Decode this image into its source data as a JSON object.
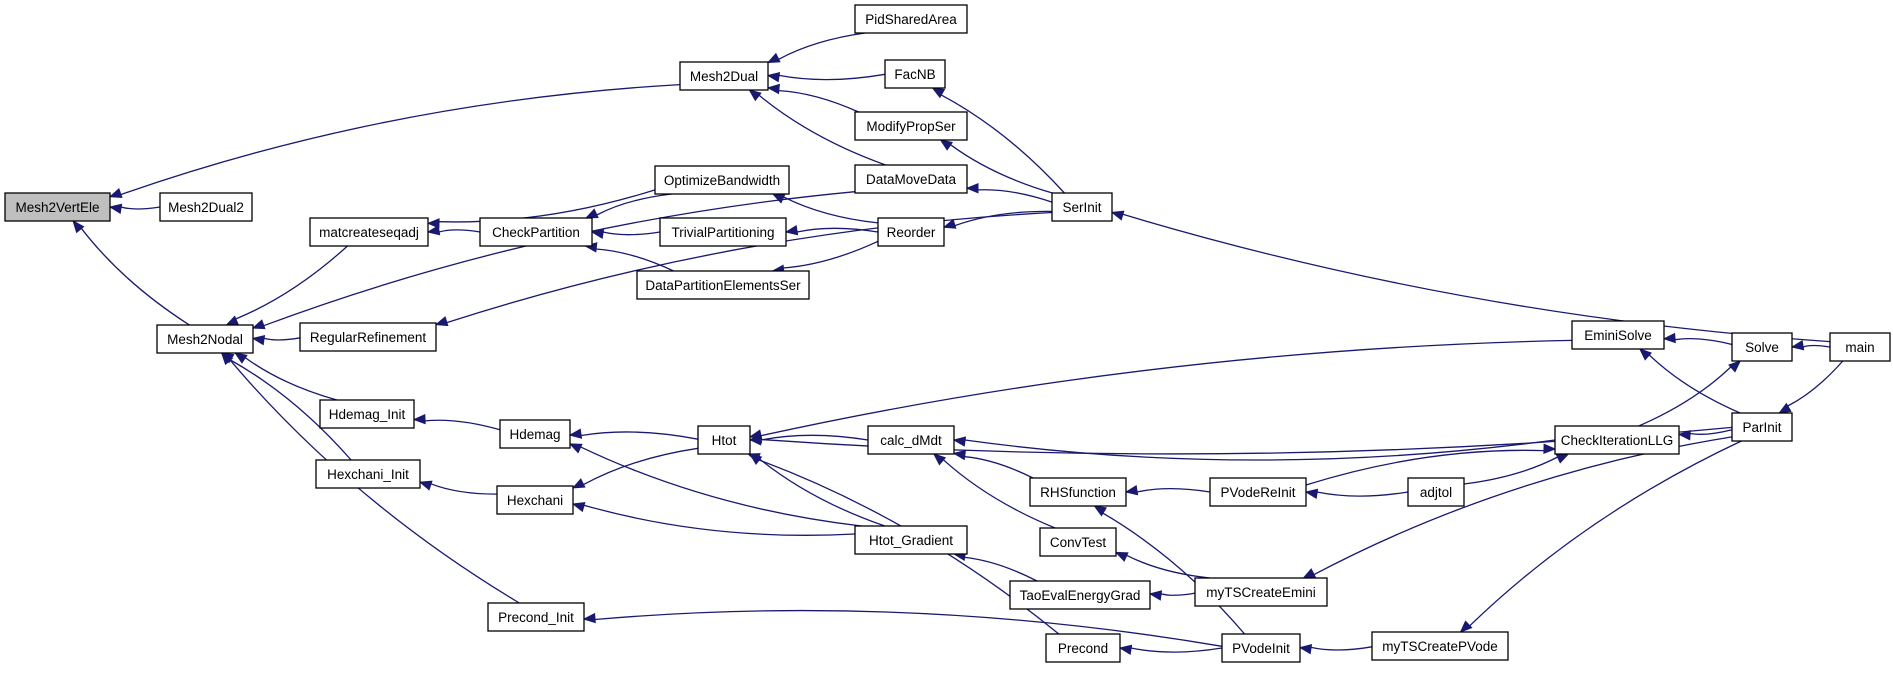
{
  "graph": {
    "focus": "Mesh2VertEle",
    "colors": {
      "edge": "#191970",
      "node_border": "#000000",
      "focus_fill": "#bfbfbf",
      "node_fill": "#ffffff"
    },
    "nodes": [
      {
        "id": "Mesh2VertEle",
        "label": "Mesh2VertEle"
      },
      {
        "id": "Mesh2Dual2",
        "label": "Mesh2Dual2"
      },
      {
        "id": "Mesh2Dual",
        "label": "Mesh2Dual"
      },
      {
        "id": "Mesh2Nodal",
        "label": "Mesh2Nodal"
      },
      {
        "id": "PidSharedArea",
        "label": "PidSharedArea"
      },
      {
        "id": "FacNB",
        "label": "FacNB"
      },
      {
        "id": "ModifyPropSer",
        "label": "ModifyPropSer"
      },
      {
        "id": "DataMoveData",
        "label": "DataMoveData"
      },
      {
        "id": "SerInit",
        "label": "SerInit"
      },
      {
        "id": "matcreateseqadj",
        "label": "matcreateseqadj"
      },
      {
        "id": "CheckPartition",
        "label": "CheckPartition"
      },
      {
        "id": "OptimizeBandwidth",
        "label": "OptimizeBandwidth"
      },
      {
        "id": "TrivialPartitioning",
        "label": "TrivialPartitioning"
      },
      {
        "id": "DataPartitionElementsSer",
        "label": "DataPartitionElementsSer"
      },
      {
        "id": "Reorder",
        "label": "Reorder"
      },
      {
        "id": "RegularRefinement",
        "label": "RegularRefinement"
      },
      {
        "id": "main",
        "label": "main"
      },
      {
        "id": "EminiSolve",
        "label": "EminiSolve"
      },
      {
        "id": "Solve",
        "label": "Solve"
      },
      {
        "id": "ParInit",
        "label": "ParInit"
      },
      {
        "id": "Hdemag_Init",
        "label": "Hdemag_Init"
      },
      {
        "id": "Hdemag",
        "label": "Hdemag"
      },
      {
        "id": "Htot",
        "label": "Htot"
      },
      {
        "id": "calc_dMdt",
        "label": "calc_dMdt"
      },
      {
        "id": "CheckIterationLLG",
        "label": "CheckIterationLLG"
      },
      {
        "id": "Hexchani_Init",
        "label": "Hexchani_Init"
      },
      {
        "id": "Hexchani",
        "label": "Hexchani"
      },
      {
        "id": "RHSfunction",
        "label": "RHSfunction"
      },
      {
        "id": "PVodeReInit",
        "label": "PVodeReInit"
      },
      {
        "id": "adjtol",
        "label": "adjtol"
      },
      {
        "id": "Htot_Gradient",
        "label": "Htot_Gradient"
      },
      {
        "id": "ConvTest",
        "label": "ConvTest"
      },
      {
        "id": "TaoEvalEnergyGrad",
        "label": "TaoEvalEnergyGrad"
      },
      {
        "id": "myTSCreateEmini",
        "label": "myTSCreateEmini"
      },
      {
        "id": "Precond_Init",
        "label": "Precond_Init"
      },
      {
        "id": "Precond",
        "label": "Precond"
      },
      {
        "id": "PVodeInit",
        "label": "PVodeInit"
      },
      {
        "id": "myTSCreatePVode",
        "label": "myTSCreatePVode"
      }
    ],
    "edges": [
      [
        "Mesh2Dual2",
        "Mesh2VertEle"
      ],
      [
        "Mesh2Dual",
        "Mesh2VertEle"
      ],
      [
        "Mesh2Nodal",
        "Mesh2VertEle"
      ],
      [
        "PidSharedArea",
        "Mesh2Dual"
      ],
      [
        "FacNB",
        "Mesh2Dual"
      ],
      [
        "ModifyPropSer",
        "Mesh2Dual"
      ],
      [
        "DataMoveData",
        "Mesh2Dual"
      ],
      [
        "SerInit",
        "FacNB"
      ],
      [
        "SerInit",
        "ModifyPropSer"
      ],
      [
        "SerInit",
        "DataMoveData"
      ],
      [
        "main",
        "SerInit"
      ],
      [
        "DataMoveData",
        "Mesh2Nodal"
      ],
      [
        "matcreateseqadj",
        "Mesh2Nodal"
      ],
      [
        "CheckPartition",
        "matcreateseqadj"
      ],
      [
        "OptimizeBandwidth",
        "matcreateseqadj"
      ],
      [
        "OptimizeBandwidth",
        "CheckPartition"
      ],
      [
        "TrivialPartitioning",
        "CheckPartition"
      ],
      [
        "DataPartitionElementsSer",
        "CheckPartition"
      ],
      [
        "Reorder",
        "OptimizeBandwidth"
      ],
      [
        "Reorder",
        "TrivialPartitioning"
      ],
      [
        "Reorder",
        "DataPartitionElementsSer"
      ],
      [
        "SerInit",
        "Reorder"
      ],
      [
        "RegularRefinement",
        "Mesh2Nodal"
      ],
      [
        "SerInit",
        "RegularRefinement"
      ],
      [
        "Hdemag_Init",
        "Mesh2Nodal"
      ],
      [
        "Hexchani_Init",
        "Mesh2Nodal"
      ],
      [
        "Precond_Init",
        "Mesh2Nodal"
      ],
      [
        "Hdemag",
        "Hdemag_Init"
      ],
      [
        "Hexchani",
        "Hexchani_Init"
      ],
      [
        "Htot",
        "Hdemag"
      ],
      [
        "Htot_Gradient",
        "Hdemag"
      ],
      [
        "Htot",
        "Hexchani"
      ],
      [
        "Htot_Gradient",
        "Hexchani"
      ],
      [
        "EminiSolve",
        "Htot"
      ],
      [
        "ParInit",
        "Htot"
      ],
      [
        "calc_dMdt",
        "Htot"
      ],
      [
        "Htot_Gradient",
        "Htot"
      ],
      [
        "Precond",
        "Htot"
      ],
      [
        "CheckIterationLLG",
        "calc_dMdt"
      ],
      [
        "RHSfunction",
        "calc_dMdt"
      ],
      [
        "ConvTest",
        "calc_dMdt"
      ],
      [
        "Solve",
        "EminiSolve"
      ],
      [
        "ParInit",
        "EminiSolve"
      ],
      [
        "main",
        "Solve"
      ],
      [
        "main",
        "ParInit"
      ],
      [
        "CheckIterationLLG",
        "Solve"
      ],
      [
        "ParInit",
        "CheckIterationLLG"
      ],
      [
        "adjtol",
        "CheckIterationLLG"
      ],
      [
        "PVodeReInit",
        "CheckIterationLLG"
      ],
      [
        "PVodeReInit",
        "RHSfunction"
      ],
      [
        "adjtol",
        "PVodeReInit"
      ],
      [
        "PVodeInit",
        "RHSfunction"
      ],
      [
        "myTSCreateEmini",
        "ConvTest"
      ],
      [
        "TaoEvalEnergyGrad",
        "Htot_Gradient"
      ],
      [
        "myTSCreateEmini",
        "TaoEvalEnergyGrad"
      ],
      [
        "ParInit",
        "myTSCreateEmini"
      ],
      [
        "PVodeInit",
        "Precond"
      ],
      [
        "PVodeInit",
        "Precond_Init"
      ],
      [
        "myTSCreatePVode",
        "PVodeInit"
      ],
      [
        "ParInit",
        "myTSCreatePVode"
      ]
    ]
  }
}
